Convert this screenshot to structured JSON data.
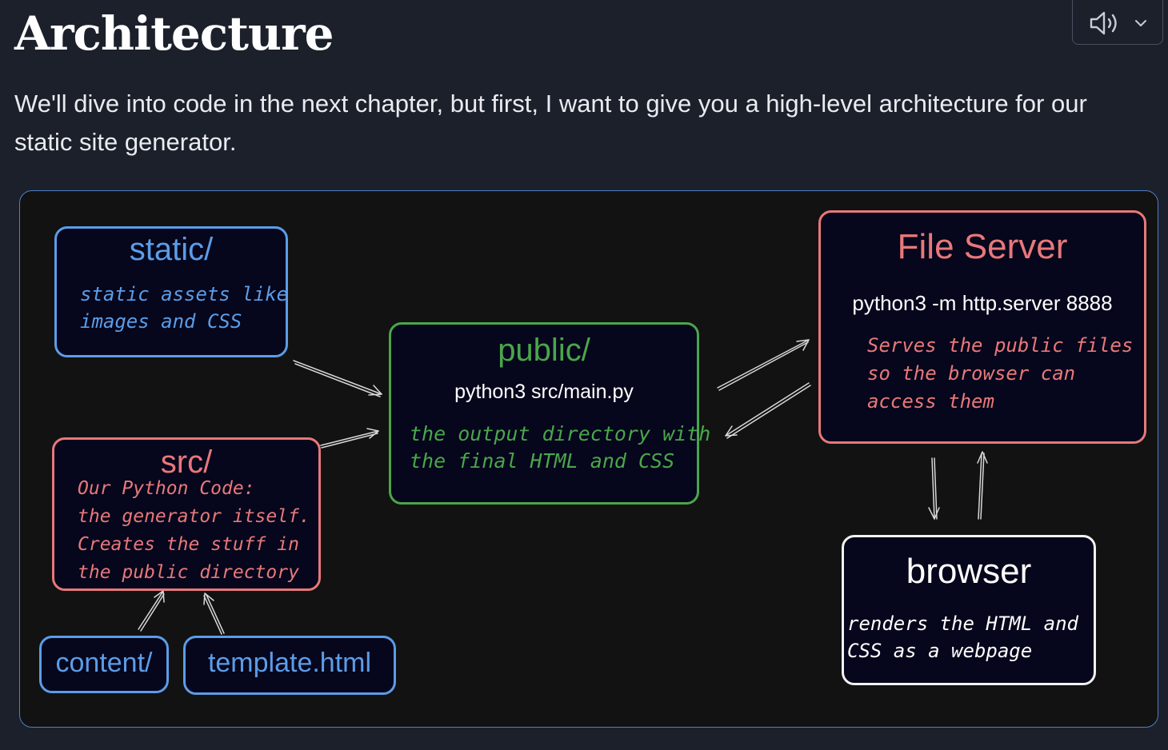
{
  "page": {
    "title": "Architecture",
    "intro": "We'll dive into code in the next chapter, but first, I want to give you a high-level architecture for our static site generator."
  },
  "audio": {
    "icons": [
      "speaker-icon",
      "chevron-down-icon"
    ]
  },
  "diagram": {
    "static_box": {
      "title": "static/",
      "desc_line1": "static assets like",
      "desc_line2": "images and CSS"
    },
    "src_box": {
      "title": "src/",
      "desc_line1": "Our Python Code:",
      "desc_line2": "the generator itself.",
      "desc_line3": "Creates the stuff in",
      "desc_line4": "the public directory"
    },
    "content_box": {
      "title": "content/"
    },
    "template_box": {
      "title": "template.html"
    },
    "public_box": {
      "title": "public/",
      "command": "python3 src/main.py",
      "desc_line1": "the output directory with",
      "desc_line2": "the final HTML and CSS"
    },
    "server_box": {
      "title": "File Server",
      "command": "python3 -m http.server 8888",
      "desc_line1": "Serves the public files",
      "desc_line2": "so the browser can",
      "desc_line3": "access them"
    },
    "browser_box": {
      "title": "browser",
      "desc_line1": "renders the HTML and",
      "desc_line2": "CSS as a webpage"
    }
  },
  "colors": {
    "blue": "#5b9de8",
    "red": "#e8787a",
    "green": "#4aa64a",
    "white": "#f2f2f2",
    "box_fill": "#06061c",
    "canvas": "#121212"
  }
}
